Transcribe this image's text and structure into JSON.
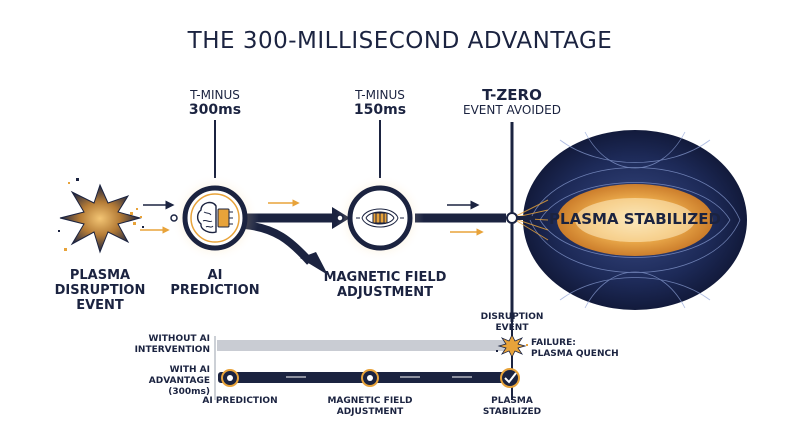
{
  "title": "THE 300-MILLISECOND ADVANTAGE",
  "markers": {
    "t300": {
      "line1": "T-MINUS",
      "line2": "300ms"
    },
    "t150": {
      "line1": "T-MINUS",
      "line2": "150ms"
    },
    "tzero": {
      "line1": "T-ZERO",
      "line2": "EVENT AVOIDED"
    }
  },
  "stages": {
    "disruption": {
      "line1": "PLASMA",
      "line2": "DISRUPTION",
      "line3": "EVENT"
    },
    "ai": {
      "line1": "AI",
      "line2": "PREDICTION"
    },
    "magnetic": {
      "line1": "MAGNETIC FIELD",
      "line2": "ADJUSTMENT"
    },
    "plasma": {
      "label": "PLASMA STABILIZED"
    }
  },
  "timeline": {
    "disruption_event": {
      "line1": "DISRUPTION",
      "line2": "EVENT"
    },
    "without_ai": {
      "line1": "WITHOUT AI",
      "line2": "INTERVENTION"
    },
    "with_ai": {
      "line1": "WITH AI",
      "line2": "ADVANTAGE",
      "line3": "(300ms)"
    },
    "failure": {
      "line1": "FAILURE:",
      "line2": "PLASMA QUENCH"
    },
    "points": {
      "ai_prediction": "AI PREDICTION",
      "magnetic": {
        "line1": "MAGNETIC FIELD",
        "line2": "ADJUSTMENT"
      },
      "stabilized": {
        "line1": "PLASMA",
        "line2": "STABILIZED"
      }
    }
  },
  "colors": {
    "navy": "#1b2340",
    "gold": "#e8a33a",
    "gray_bar": "#c9ccd3"
  }
}
